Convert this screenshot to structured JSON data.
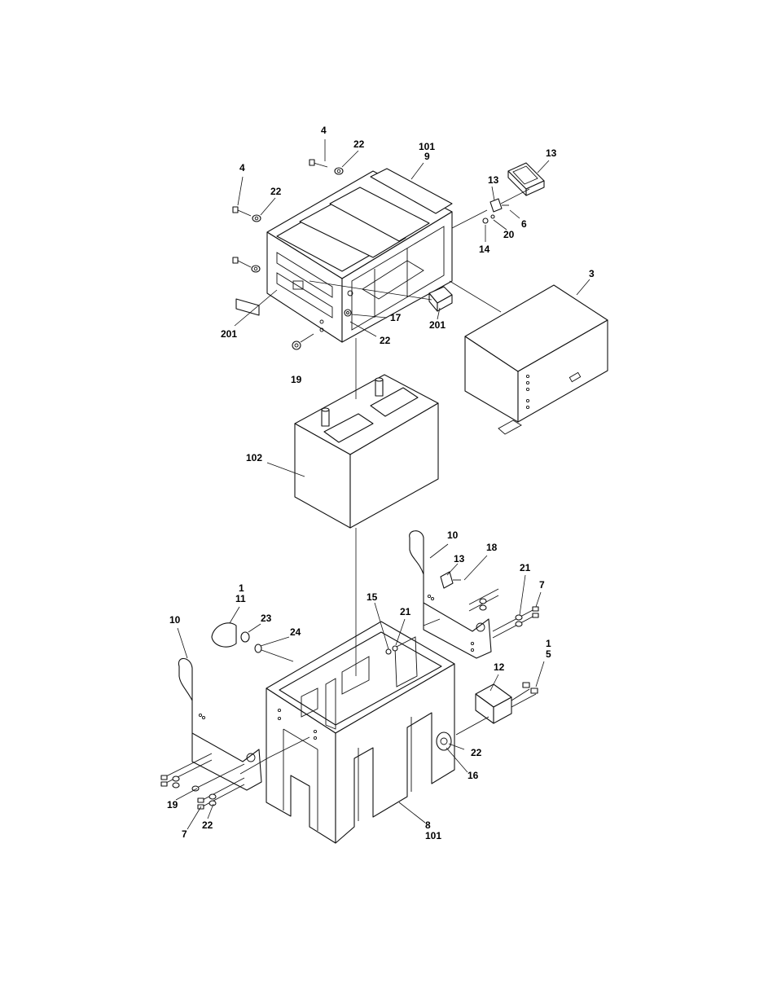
{
  "callouts": [
    {
      "id": "c1",
      "text": "4"
    },
    {
      "id": "c2",
      "text": "22"
    },
    {
      "id": "c3",
      "text": "101"
    },
    {
      "id": "c4",
      "text": "9"
    },
    {
      "id": "c5",
      "text": "13"
    },
    {
      "id": "c6",
      "text": "4"
    },
    {
      "id": "c7",
      "text": "22"
    },
    {
      "id": "c8",
      "text": "13"
    },
    {
      "id": "c9",
      "text": "6"
    },
    {
      "id": "c10",
      "text": "20"
    },
    {
      "id": "c11",
      "text": "14"
    },
    {
      "id": "c12",
      "text": "3"
    },
    {
      "id": "c13",
      "text": "17"
    },
    {
      "id": "c14",
      "text": "201"
    },
    {
      "id": "c15",
      "text": "201"
    },
    {
      "id": "c16",
      "text": "22"
    },
    {
      "id": "c17",
      "text": "19"
    },
    {
      "id": "c18",
      "text": "102"
    },
    {
      "id": "c19",
      "text": "10"
    },
    {
      "id": "c20",
      "text": "13"
    },
    {
      "id": "c21",
      "text": "18"
    },
    {
      "id": "c22",
      "text": "21"
    },
    {
      "id": "c23",
      "text": "7"
    },
    {
      "id": "c24",
      "text": "1"
    },
    {
      "id": "c25",
      "text": "11"
    },
    {
      "id": "c26",
      "text": "15"
    },
    {
      "id": "c27",
      "text": "21"
    },
    {
      "id": "c28",
      "text": "10"
    },
    {
      "id": "c29",
      "text": "23"
    },
    {
      "id": "c30",
      "text": "24"
    },
    {
      "id": "c31",
      "text": "1"
    },
    {
      "id": "c32",
      "text": "5"
    },
    {
      "id": "c33",
      "text": "12"
    },
    {
      "id": "c34",
      "text": "22"
    },
    {
      "id": "c35",
      "text": "16"
    },
    {
      "id": "c36",
      "text": "19"
    },
    {
      "id": "c37",
      "text": "7"
    },
    {
      "id": "c38",
      "text": "22"
    },
    {
      "id": "c39",
      "text": "8"
    },
    {
      "id": "c40",
      "text": "101"
    }
  ]
}
